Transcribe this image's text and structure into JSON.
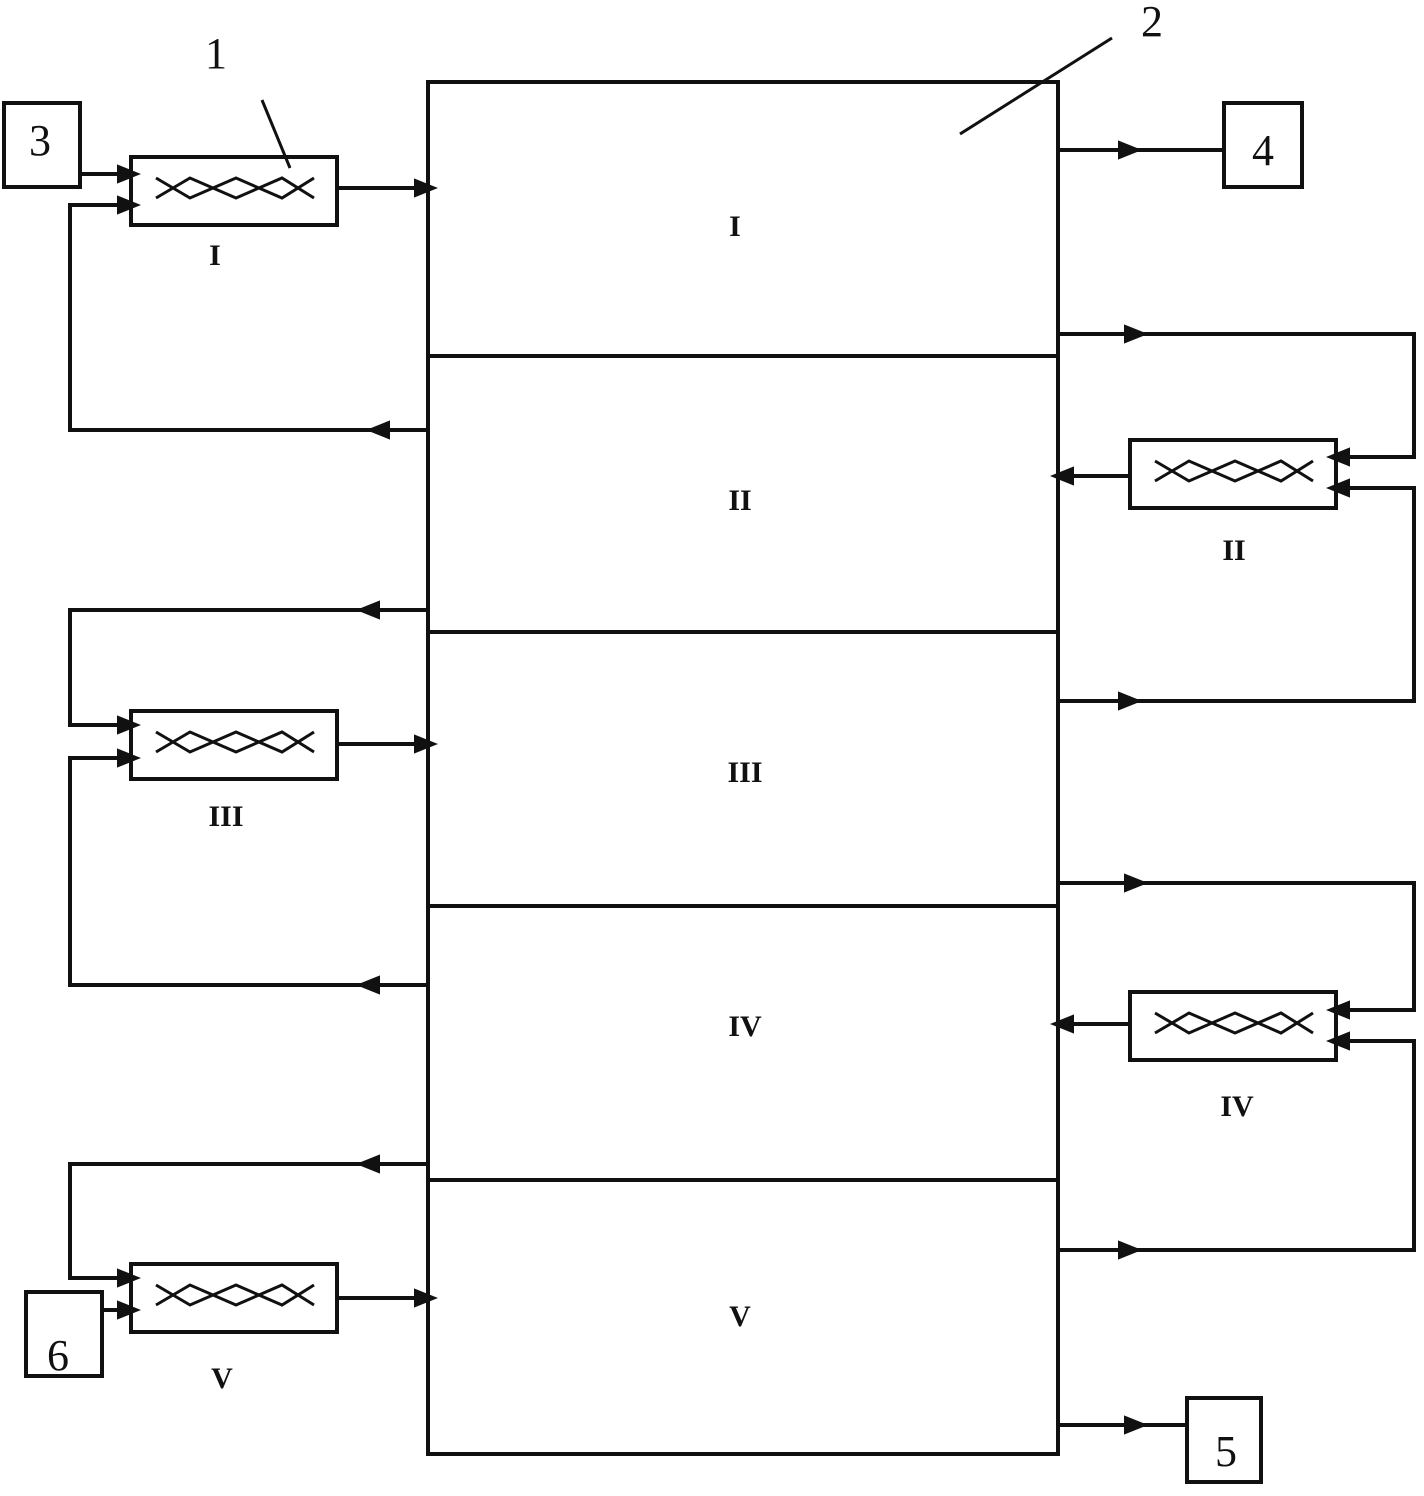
{
  "labels": {
    "exchanger_ref": "1",
    "column_ref": "2",
    "inlet_ref": "3",
    "top_outlet_ref": "4",
    "bottom_outlet_ref": "5",
    "bottom_inlet_ref": "6"
  },
  "sections": [
    "I",
    "II",
    "III",
    "IV",
    "V"
  ],
  "exchangers": [
    "I",
    "II",
    "III",
    "IV",
    "V"
  ]
}
